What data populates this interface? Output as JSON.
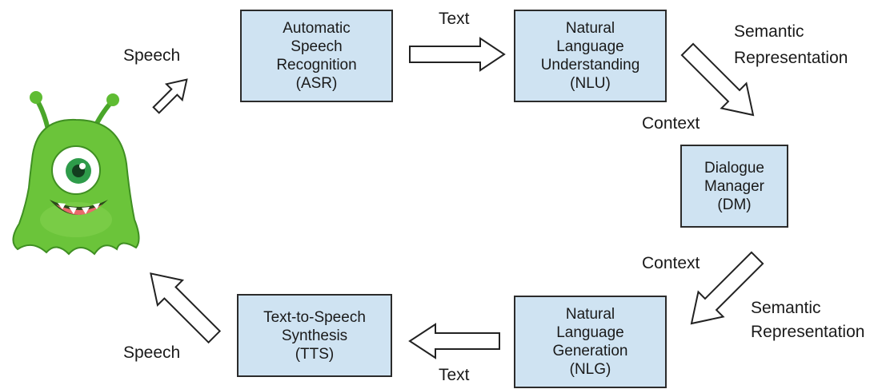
{
  "boxes": {
    "asr": [
      "Automatic",
      "Speech",
      "Recognition",
      "(ASR)"
    ],
    "nlu": [
      "Natural",
      "Language",
      "Understanding",
      "(NLU)"
    ],
    "dm": [
      "Dialogue",
      "Manager",
      "(DM)"
    ],
    "nlg": [
      "Natural",
      "Language",
      "Generation",
      "(NLG)"
    ],
    "tts": [
      "Text-to-Speech",
      "Synthesis",
      "(TTS)"
    ]
  },
  "labels": {
    "speech_in": "Speech",
    "text_top": "Text",
    "semantic_top": [
      "Semantic",
      "Representation"
    ],
    "context_top": "Context",
    "context_bottom": "Context",
    "semantic_bottom": [
      "Semantic",
      "Representation"
    ],
    "text_bottom": "Text",
    "speech_out": "Speech"
  },
  "colors": {
    "box_fill": "#cfe3f2",
    "monster_body": "#6bc43a",
    "monster_eye_iris": "#2e9b4a"
  },
  "icons": [
    "monster-mascot"
  ]
}
